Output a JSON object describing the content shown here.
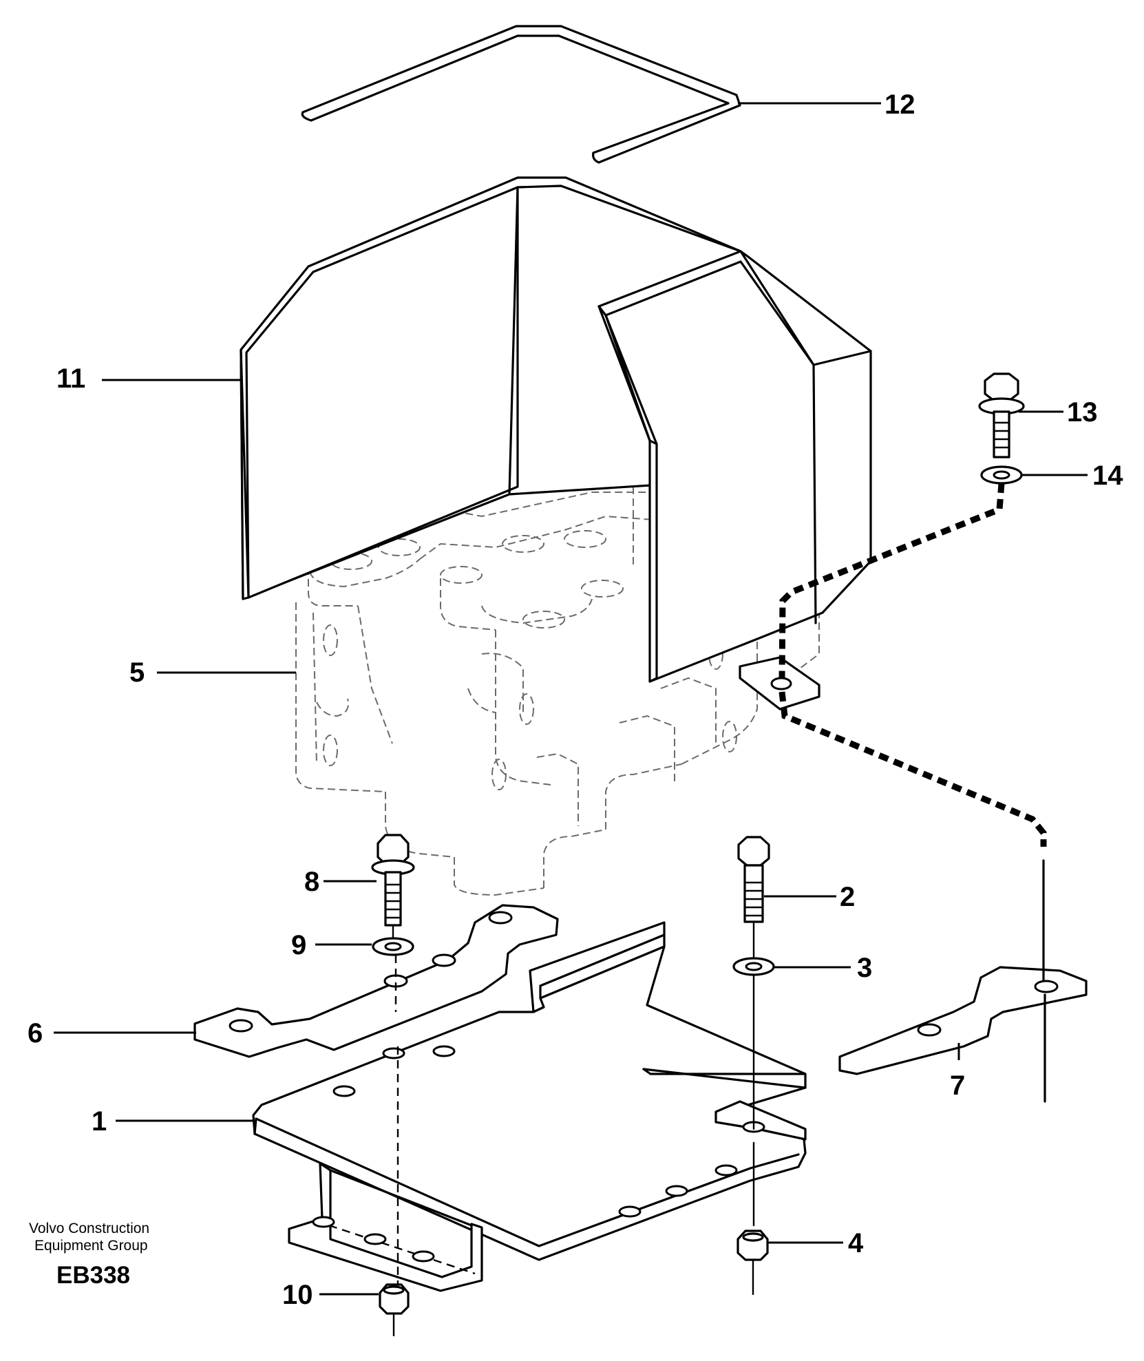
{
  "diagram": {
    "callouts": [
      {
        "id": "1",
        "label": "1"
      },
      {
        "id": "2",
        "label": "2"
      },
      {
        "id": "3",
        "label": "3"
      },
      {
        "id": "4",
        "label": "4"
      },
      {
        "id": "5",
        "label": "5"
      },
      {
        "id": "6",
        "label": "6"
      },
      {
        "id": "7",
        "label": "7"
      },
      {
        "id": "8",
        "label": "8"
      },
      {
        "id": "9",
        "label": "9"
      },
      {
        "id": "10",
        "label": "10"
      },
      {
        "id": "11",
        "label": "11"
      },
      {
        "id": "12",
        "label": "12"
      },
      {
        "id": "13",
        "label": "13"
      },
      {
        "id": "14",
        "label": "14"
      }
    ]
  },
  "footer": {
    "company_line1": "Volvo Construction",
    "company_line2": "Equipment Group",
    "code": "EB338"
  }
}
